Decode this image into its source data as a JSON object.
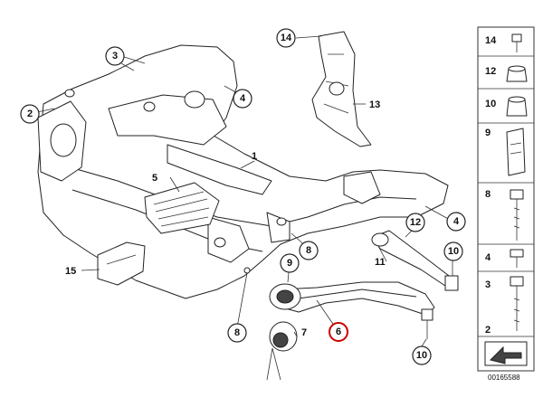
{
  "callouts": {
    "c1": "1",
    "c2": "2",
    "c3": "3",
    "c4a": "4",
    "c4b": "4",
    "c5": "5",
    "c6": "6",
    "c7": "7",
    "c8a": "8",
    "c8b": "8",
    "c9": "9",
    "c10a": "10",
    "c10b": "10",
    "c11": "11",
    "c12": "12",
    "c13": "13",
    "c14": "14",
    "c15": "15"
  },
  "highlight_color": "#cc0000",
  "sidebar": {
    "items": [
      {
        "label": "14"
      },
      {
        "label": "12"
      },
      {
        "label": "10"
      },
      {
        "label": "9"
      },
      {
        "label": "8"
      },
      {
        "label": "4"
      },
      {
        "label": "3"
      },
      {
        "label": "2"
      }
    ]
  },
  "diagram_id": "00165588"
}
